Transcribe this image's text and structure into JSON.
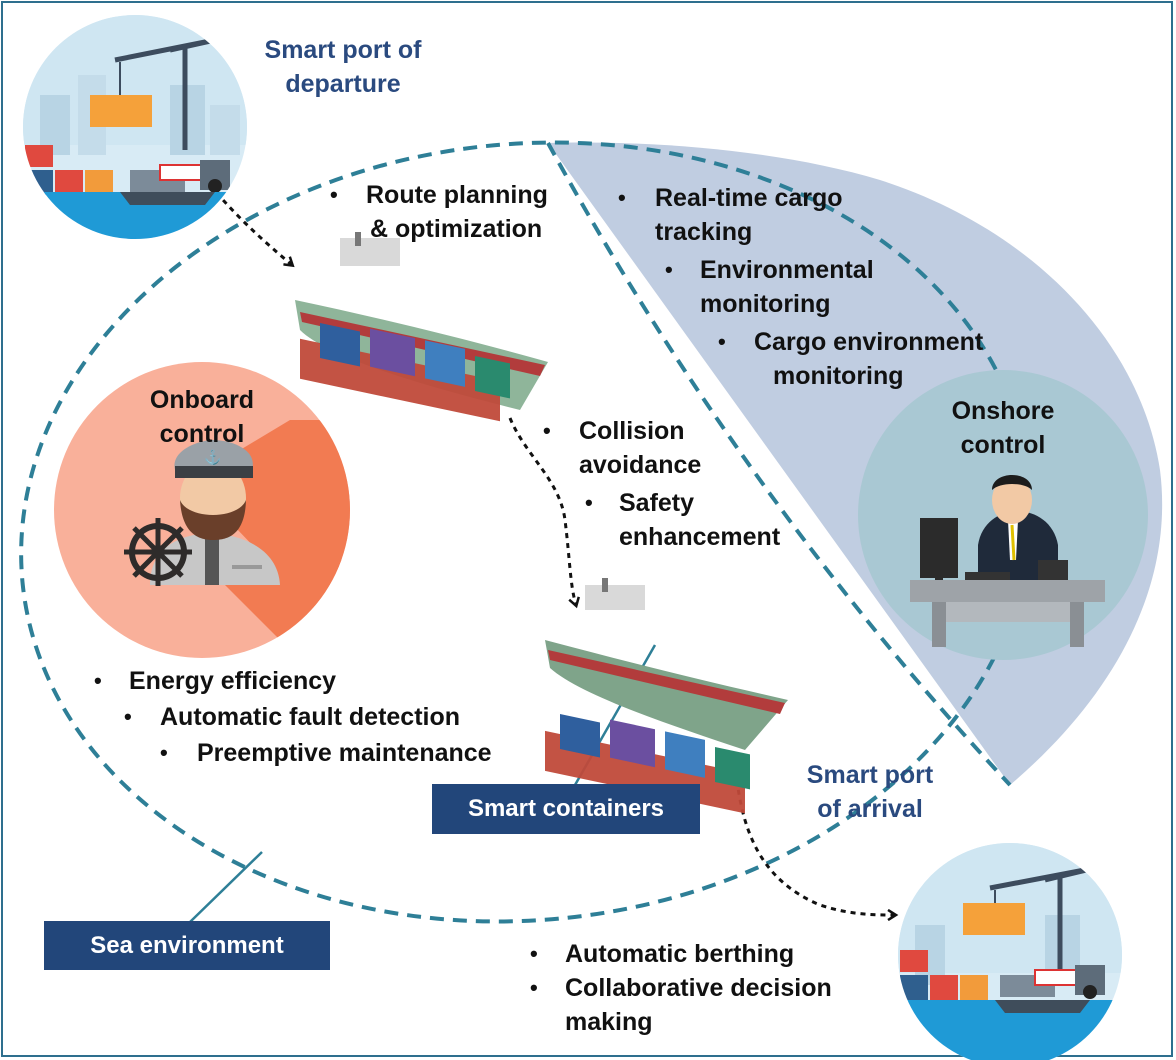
{
  "ports": {
    "departure": {
      "title": "Smart port of departure",
      "line1": "Smart port of",
      "line2": "departure"
    },
    "arrival": {
      "title": "Smart port of arrival",
      "line1": "Smart port",
      "line2": "of arrival"
    }
  },
  "route": {
    "items": [
      "Route planning",
      "& optimization"
    ]
  },
  "collision": {
    "line1": "Collision",
    "line2": "avoidance"
  },
  "safety": {
    "line1": "Safety",
    "line2": "enhancement"
  },
  "tracking": {
    "item1": {
      "line1": "Real-time cargo",
      "line2": "tracking"
    },
    "item2": {
      "line1": "Environmental",
      "line2": "monitoring"
    },
    "item3": {
      "line1": "Cargo environment",
      "line2": "monitoring"
    }
  },
  "onboard": {
    "line1": "Onboard",
    "line2": "control"
  },
  "onshore": {
    "line1": "Onshore",
    "line2": "control"
  },
  "efficiency": {
    "items": [
      "Energy efficiency",
      "Automatic fault detection",
      "Preemptive maintenance"
    ]
  },
  "berthing": {
    "item1": "Automatic berthing",
    "item2_line1": "Collaborative decision",
    "item2_line2": "making"
  },
  "boxes": {
    "smart_containers": "Smart containers",
    "sea_environment": "Sea environment"
  },
  "bullet": "•",
  "colors": {
    "border": "#2e6f8e",
    "dashed_ellipse": "#2e7f97",
    "onshore_region": "#c0cde1",
    "onboard_circle": "#f9b09a",
    "onshore_circle": "#a9c8d3",
    "label_box": "#22467a",
    "port_title": "#2a4a7f"
  }
}
